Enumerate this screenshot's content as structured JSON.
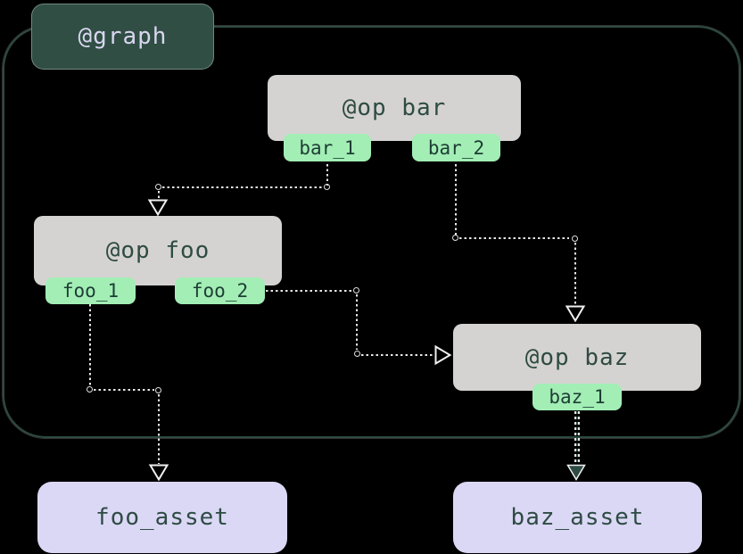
{
  "diagram": {
    "graph_label": "@graph",
    "nodes": {
      "bar": {
        "label": "@op bar",
        "outputs": [
          "bar_1",
          "bar_2"
        ]
      },
      "foo": {
        "label": "@op foo",
        "outputs": [
          "foo_1",
          "foo_2"
        ]
      },
      "baz": {
        "label": "@op baz",
        "outputs": [
          "baz_1"
        ]
      }
    },
    "assets": [
      {
        "label": "foo_asset"
      },
      {
        "label": "baz_asset"
      }
    ],
    "edges": [
      {
        "from": "bar.bar_1",
        "to": "foo"
      },
      {
        "from": "bar.bar_2",
        "to": "baz"
      },
      {
        "from": "foo.foo_2",
        "to": "baz"
      },
      {
        "from": "foo.foo_1",
        "to": "foo_asset"
      },
      {
        "from": "baz.baz_1",
        "to": "baz_asset"
      }
    ],
    "colors": {
      "background": "#000000",
      "graph_border": "#2D4B42",
      "graph_badge_bg": "#304E44",
      "graph_badge_text": "#D9D6EF",
      "op_node_bg": "#D5D3D1",
      "op_node_text": "#2E4B44",
      "output_badge_bg": "#A2EEB5",
      "output_badge_text": "#1E3D34",
      "asset_bg": "#DBD8F5",
      "asset_text": "#2E4B44",
      "edge": "#E8E8E8"
    }
  }
}
